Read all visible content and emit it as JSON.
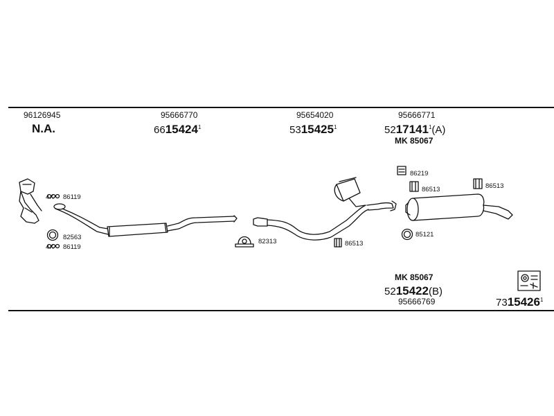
{
  "header": {
    "col1": {
      "part": "96126945",
      "label": "N.A."
    },
    "col2": {
      "part": "95666770",
      "prefix": "66",
      "code": "15424",
      "suffix": "1"
    },
    "col3": {
      "part": "95654020",
      "prefix": "53",
      "code": "15425",
      "suffix": "1"
    },
    "col4": {
      "part": "95666771",
      "prefix": "52",
      "code": "17141",
      "suffix": "1",
      "variant": "(A)",
      "kit": "MK  85067"
    }
  },
  "refs": {
    "r1": "86119",
    "r2": "82563",
    "r3": "86119",
    "r4": "82313",
    "r5": "86513",
    "r6": "86219",
    "r7": "86513",
    "r8": "86513",
    "r9": "85121",
    "qty1": "4X",
    "qty2": "4X"
  },
  "footer": {
    "kit": "MK  85067",
    "prefix": "52",
    "code": "15422",
    "variant": "(B)",
    "part": "95666769",
    "set_prefix": "73",
    "set_code": "15426",
    "set_suffix": "1"
  }
}
